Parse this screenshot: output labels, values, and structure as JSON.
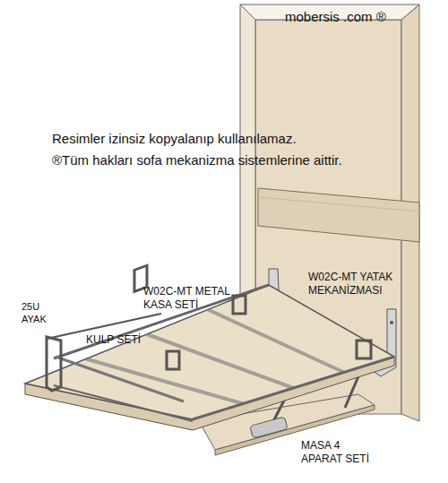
{
  "diagram": {
    "labels": [
      "mobersis .com ®",
      "Resimler izinsiz kopyalanıp kullanılamaz.",
      "®Tüm hakları sofa mekanizma sistemlerine aittir.",
      "25U AYAK",
      "W02C-MT METAL KASA SETİ",
      "KULP SETİ",
      "W02C-MT YATAK MEKANİZMASI",
      "MASA 4 APARAT SETİ"
    ]
  }
}
